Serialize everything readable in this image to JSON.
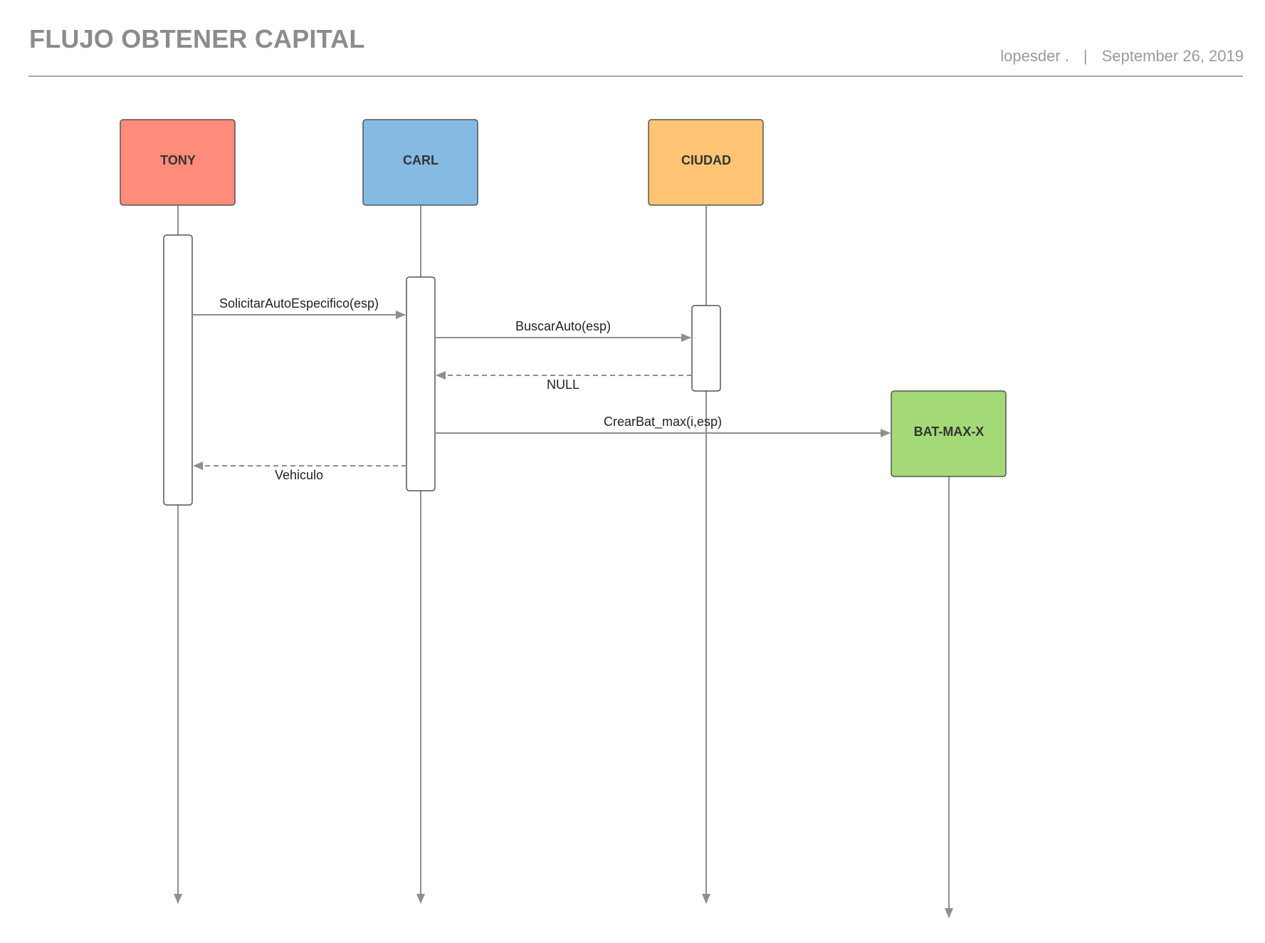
{
  "title": "FLUJO OBTENER CAPITAL",
  "author": "lopesder .",
  "separator": "|",
  "date": "September 26, 2019",
  "colors": {
    "tony": "#ff8b7b",
    "carl": "#85bae3",
    "ciudad": "#ffc574",
    "batmax": "#a3d977",
    "line": "#8f8f8f",
    "box_border": "#555555"
  },
  "participants": [
    {
      "id": "tony",
      "label": "TONY"
    },
    {
      "id": "carl",
      "label": "CARL"
    },
    {
      "id": "ciudad",
      "label": "CIUDAD"
    },
    {
      "id": "batmax",
      "label": "BAT-MAX-X"
    }
  ],
  "messages": [
    {
      "from": "tony",
      "to": "carl",
      "label": "SolicitarAutoEspecifico(esp)",
      "kind": "sync"
    },
    {
      "from": "carl",
      "to": "ciudad",
      "label": "BuscarAuto(esp)",
      "kind": "sync"
    },
    {
      "from": "ciudad",
      "to": "carl",
      "label": "NULL",
      "kind": "return"
    },
    {
      "from": "carl",
      "to": "batmax",
      "label": "CrearBat_max(i,esp)",
      "kind": "create"
    },
    {
      "from": "carl",
      "to": "tony",
      "label": "Vehiculo",
      "kind": "return"
    }
  ]
}
